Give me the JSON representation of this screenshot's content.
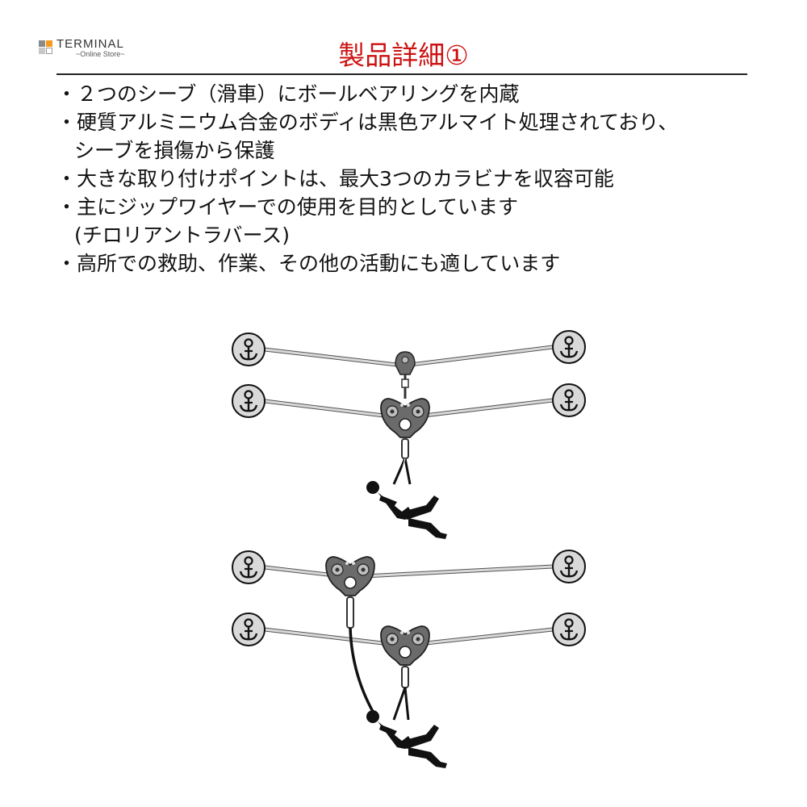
{
  "logo": {
    "name": "TERMINAL",
    "tagline": "~Online Store~"
  },
  "page_title": "製品詳細①",
  "features": [
    {
      "lines": [
        "・２つのシーブ（滑車）にボールベアリングを内蔵"
      ]
    },
    {
      "lines": [
        "・硬質アルミニウム合金のボディは黒色アルマイト処理されており、",
        "シーブを損傷から保護"
      ]
    },
    {
      "lines": [
        "・大きな取り付けポイントは、最大3つのカラビナを収容可能"
      ]
    },
    {
      "lines": [
        "・主にジップワイヤーでの使用を目的としています",
        "(チロリアントラバース)"
      ]
    },
    {
      "lines": [
        "・高所での救助、作業、その他の活動にも適しています"
      ]
    }
  ],
  "colors": {
    "title": "#cc1111",
    "logo_accent": "#f39a1e",
    "pulley": "#6b6b6b",
    "anchor_fill": "#d9d9d9"
  },
  "diagram": {
    "icons": [
      "anchor-icon",
      "pulley-icon",
      "climber-icon",
      "carabiner-icon"
    ]
  }
}
